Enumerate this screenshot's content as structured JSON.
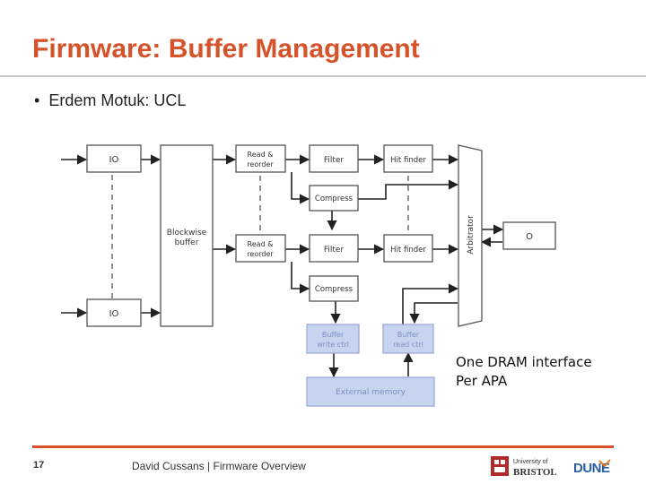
{
  "title": "Firmware: Buffer Management",
  "bullet": "Erdem Motuk: UCL",
  "diagram": {
    "io_top": "IO",
    "io_bottom": "IO",
    "blockwise_line1": "Blockwise",
    "blockwise_line2": "buffer",
    "read_top_1": "Read &",
    "read_top_2": "reorder",
    "read_bot_1": "Read &",
    "read_bot_2": "reorder",
    "filter_top": "Filter",
    "filter_bot": "Filter",
    "hit_top": "Hit finder",
    "hit_bot": "Hit finder",
    "compress_top": "Compress",
    "compress_bot": "Compress",
    "arbitrator": "Arbitrator",
    "output_io": "O",
    "buf_write_1": "Buffer",
    "buf_write_2": "write ctrl",
    "buf_read_1": "Buffer",
    "buf_read_2": "read ctrl",
    "ext_mem": "External memory"
  },
  "note_line1": "One DRAM interface",
  "note_line2": "Per APA",
  "footer": {
    "slide_number": "17",
    "text": "David Cussans | Firmware Overview",
    "logo_bristol_text1": "University of",
    "logo_bristol_text2": "BRISTOL",
    "logo_dune_text": "DUNE"
  },
  "colors": {
    "title": "#d4532a",
    "footer_rule": "#d4532a",
    "highlight_box": "#c7d4ef",
    "highlight_text": "#7c8fc3"
  }
}
